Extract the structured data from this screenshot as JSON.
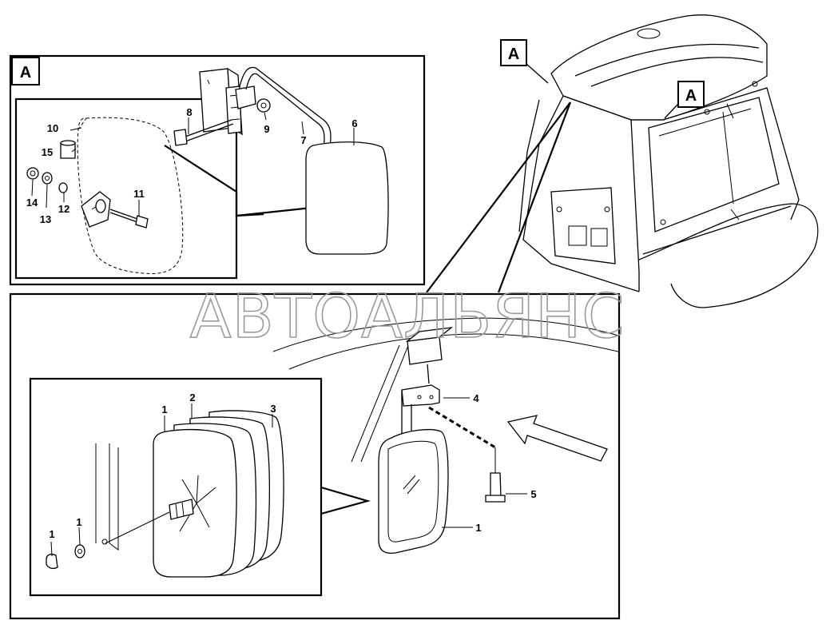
{
  "watermark": "АВТОАЛЬЯНС",
  "section_tags": {
    "detail_view": "A",
    "cab_ref_top": "A",
    "cab_ref_side": "A"
  },
  "part_numbers": {
    "p1_lens": "1",
    "p2": "2",
    "p3": "3",
    "p1_nut": "1",
    "p1_washer": "1",
    "p4": "4",
    "p5": "5",
    "p1_mirror": "1",
    "p6": "6",
    "p7": "7",
    "p8": "8",
    "p9": "9",
    "p10": "10",
    "p11": "11",
    "p12": "12",
    "p13": "13",
    "p14": "14",
    "p15": "15"
  }
}
